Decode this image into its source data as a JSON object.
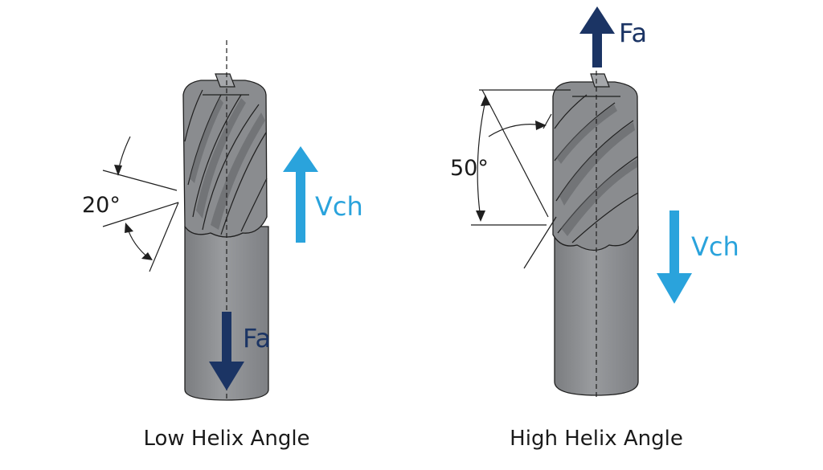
{
  "tools": [
    {
      "caption": "Low Helix Angle",
      "angle_label": "20°",
      "velocity_label": "Vch",
      "velocity_direction": "up",
      "force_label": "Fa",
      "force_direction": "down"
    },
    {
      "caption": "High Helix Angle",
      "angle_label": "50°",
      "velocity_label": "Vch",
      "velocity_direction": "down",
      "force_label": "Fa",
      "force_direction": "up"
    }
  ],
  "colors": {
    "tool_body": "#8c8e91",
    "tool_dark": "#6f7175",
    "outline": "#1f1f1f",
    "velocity_arrow": "#2aa3dc",
    "force_arrow": "#1b3464",
    "text": "#1a1a1a"
  }
}
